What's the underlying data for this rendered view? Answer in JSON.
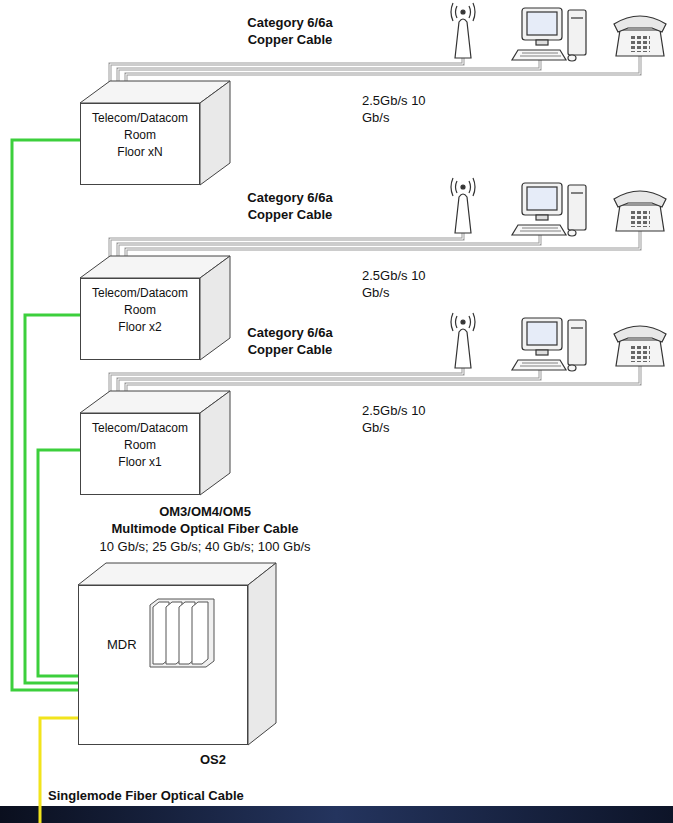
{
  "diagram": {
    "nodes": [
      {
        "text": [
          "Telecom/Datacom Room",
          "Floor xN"
        ]
      },
      {
        "text": [
          "Telecom/Datacom Room",
          "Floor x2"
        ]
      },
      {
        "text": [
          "Telecom/Datacom Room",
          "Floor x1"
        ]
      },
      {
        "text": [
          "MDR"
        ]
      }
    ],
    "edges": [
      {
        "from": 3,
        "to": 0,
        "arrow": "none"
      },
      {
        "from": 3,
        "to": 1,
        "arrow": "none"
      },
      {
        "from": 3,
        "to": 2,
        "arrow": "none"
      }
    ],
    "labels": [
      "Category 6/6a Copper Cable",
      "2.5Gb/s 10 Gb/s",
      "Category 6/6a Copper Cable",
      "2.5Gb/s 10 Gb/s",
      "Category 6/6a Copper Cable",
      "2.5Gb/s 10 Gb/s",
      "OM3/OM4/OM5",
      "Multimode Optical Fiber Cable",
      "10 Gb/s; 25 Gb/s; 40 Gb/s; 100 Gb/s",
      "OS2",
      "Singlemode Fiber Optical Cable"
    ]
  }
}
